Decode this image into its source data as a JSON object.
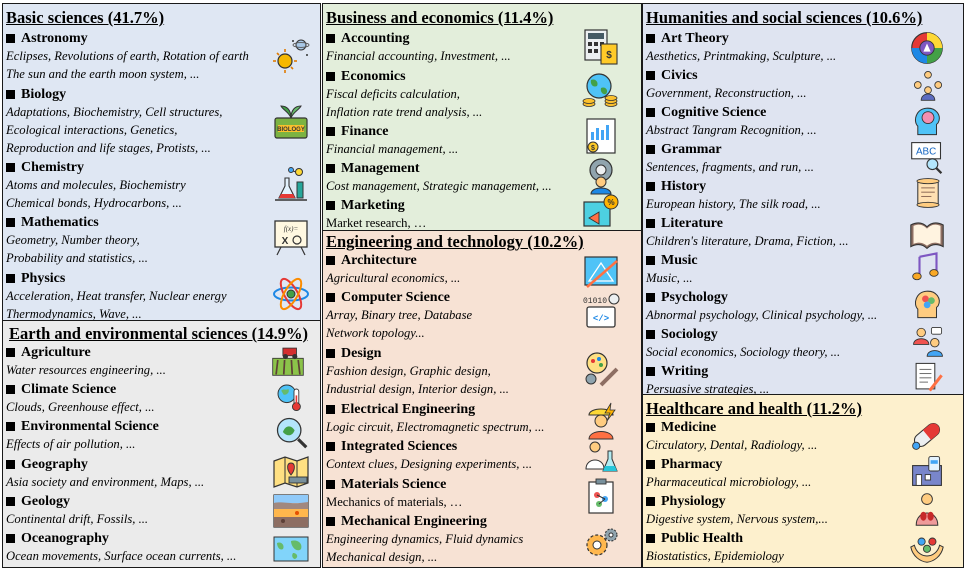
{
  "panels": [
    {
      "title": "Basic sciences (41.7%)",
      "color": "#dfe7f3",
      "subjects": [
        {
          "name": "Astronomy",
          "lines": [
            "Eclipses, Revolutions of earth, Rotation of earth",
            "The sun and the earth moon system, ..."
          ],
          "icon": "astronomy-icon"
        },
        {
          "name": "Biology",
          "lines": [
            "Adaptations, Biochemistry, Cell structures,",
            "Ecological interactions, Genetics,",
            "Reproduction and life stages, Protists, ..."
          ],
          "icon": "biology-icon"
        },
        {
          "name": "Chemistry",
          "lines": [
            "Atoms and molecules, Biochemistry",
            "Chemical bonds, Hydrocarbons, ..."
          ],
          "icon": "chemistry-icon"
        },
        {
          "name": "Mathematics",
          "lines": [
            "Geometry, Number theory,",
            "Probability and statistics, ..."
          ],
          "icon": "mathematics-icon"
        },
        {
          "name": "Physics",
          "lines": [
            "Acceleration, Heat transfer, Nuclear energy",
            "Thermodynamics, Wave, ..."
          ],
          "icon": "physics-icon"
        }
      ]
    },
    {
      "title": "Earth and environmental sciences (14.9%)",
      "color": "#ebebeb",
      "subjects": [
        {
          "name": "Agriculture",
          "lines": [
            "Water resources engineering, ..."
          ],
          "icon": "agriculture-icon"
        },
        {
          "name": "Climate Science",
          "lines": [
            "Clouds, Greenhouse effect, ..."
          ],
          "icon": "thermometer-globe-icon"
        },
        {
          "name": "Environmental Science",
          "lines": [
            "Effects of air pollution, ..."
          ],
          "icon": "environment-magnifier-icon"
        },
        {
          "name": "Geography",
          "lines": [
            "Asia society and environment, Maps, ..."
          ],
          "icon": "geography-map-icon"
        },
        {
          "name": "Geology",
          "lines": [
            "Continental drift, Fossils, ..."
          ],
          "icon": "geology-layers-icon"
        },
        {
          "name": "Oceanography",
          "lines": [
            "Ocean movements, Surface ocean currents, ..."
          ],
          "icon": "oceanography-map-icon"
        }
      ]
    },
    {
      "title": "Business and economics (11.4%)",
      "color": "#e3eedb",
      "subjects": [
        {
          "name": "Accounting",
          "lines": [
            "Financial accounting, Investment, ..."
          ],
          "icon": "calculator-document-icon"
        },
        {
          "name": "Economics",
          "lines": [
            "Fiscal deficits calculation,",
            "Inflation rate trend analysis, ..."
          ],
          "icon": "globe-coins-icon"
        },
        {
          "name": "Finance",
          "lines": [
            "Financial management, ..."
          ],
          "icon": "finance-report-icon"
        },
        {
          "name": "Management",
          "lines": [
            "Cost management, Strategic management, ..."
          ],
          "icon": "management-gear-person-icon"
        },
        {
          "name": "Marketing",
          "lines": [
            "Market research, …"
          ],
          "icon": "marketing-megaphone-icon"
        }
      ]
    },
    {
      "title": "Engineering and technology (10.2%)",
      "color": "#f7e2d4",
      "subjects": [
        {
          "name": "Architecture",
          "lines": [
            "Agricultural economics, ..."
          ],
          "icon": "architecture-blueprint-icon"
        },
        {
          "name": "Computer Science",
          "lines": [
            "Array, Binary tree, Database",
            "Network topology..."
          ],
          "icon": "computer-code-icon"
        },
        {
          "name": "Design",
          "lines": [
            "Fashion design, Graphic design,",
            "Industrial design, Interior design, ..."
          ],
          "icon": "design-tools-icon"
        },
        {
          "name": "Electrical Engineering",
          "lines": [
            "Logic circuit, Electromagnetic spectrum, ..."
          ],
          "icon": "electrical-engineer-icon"
        },
        {
          "name": "Integrated Sciences",
          "lines": [
            "Context clues, Designing experiments, ..."
          ],
          "icon": "integrated-sciences-icon"
        },
        {
          "name": "Materials Science",
          "lines": [
            "Mechanics of materials, …"
          ],
          "icon": "materials-clipboard-icon"
        },
        {
          "name": "Mechanical Engineering",
          "lines": [
            "Engineering dynamics, Fluid dynamics",
            "Mechanical design, ..."
          ],
          "icon": "mechanical-gears-icon"
        }
      ]
    },
    {
      "title": "Humanities and social sciences (10.6%)",
      "color": "#dfe4f1",
      "subjects": [
        {
          "name": "Art Theory",
          "lines": [
            "Aesthetics, Printmaking, Sculpture, ..."
          ],
          "icon": "art-color-wheel-icon"
        },
        {
          "name": "Civics",
          "lines": [
            "Government, Reconstruction, ..."
          ],
          "icon": "civics-people-icon"
        },
        {
          "name": "Cognitive Science",
          "lines": [
            "Abstract Tangram Recognition, ..."
          ],
          "icon": "cognitive-head-icon"
        },
        {
          "name": "Grammar",
          "lines": [
            "Sentences, fragments, and run, ..."
          ],
          "icon": "grammar-abc-icon"
        },
        {
          "name": "History",
          "lines": [
            "European history, The silk road, ..."
          ],
          "icon": "history-scroll-icon"
        },
        {
          "name": "Literature",
          "lines": [
            "Children's literature, Drama, Fiction, ..."
          ],
          "icon": "literature-book-icon"
        },
        {
          "name": "Music",
          "lines": [
            "Music, ..."
          ],
          "icon": "music-notes-icon"
        },
        {
          "name": "Psychology",
          "lines": [
            "Abnormal psychology, Clinical psychology, ..."
          ],
          "icon": "psychology-head-icon"
        },
        {
          "name": "Sociology",
          "lines": [
            "Social economics, Sociology theory, ..."
          ],
          "icon": "sociology-people-icon"
        },
        {
          "name": "Writing",
          "lines": [
            "Persuasive strategies, ..."
          ],
          "icon": "writing-paper-icon"
        }
      ]
    },
    {
      "title": "Healthcare and health (11.2%)",
      "color": "#fdf0cd",
      "subjects": [
        {
          "name": "Medicine",
          "lines": [
            "Circulatory, Dental, Radiology, ..."
          ],
          "icon": "medicine-capsule-icon"
        },
        {
          "name": "Pharmacy",
          "lines": [
            "Pharmaceutical microbiology, ..."
          ],
          "icon": "pharmacy-building-icon"
        },
        {
          "name": "Physiology",
          "lines": [
            "Digestive system, Nervous system,..."
          ],
          "icon": "physiology-body-icon"
        },
        {
          "name": "Public Health",
          "lines": [
            "Biostatistics, Epidemiology"
          ],
          "icon": "public-health-hands-icon"
        }
      ]
    }
  ]
}
